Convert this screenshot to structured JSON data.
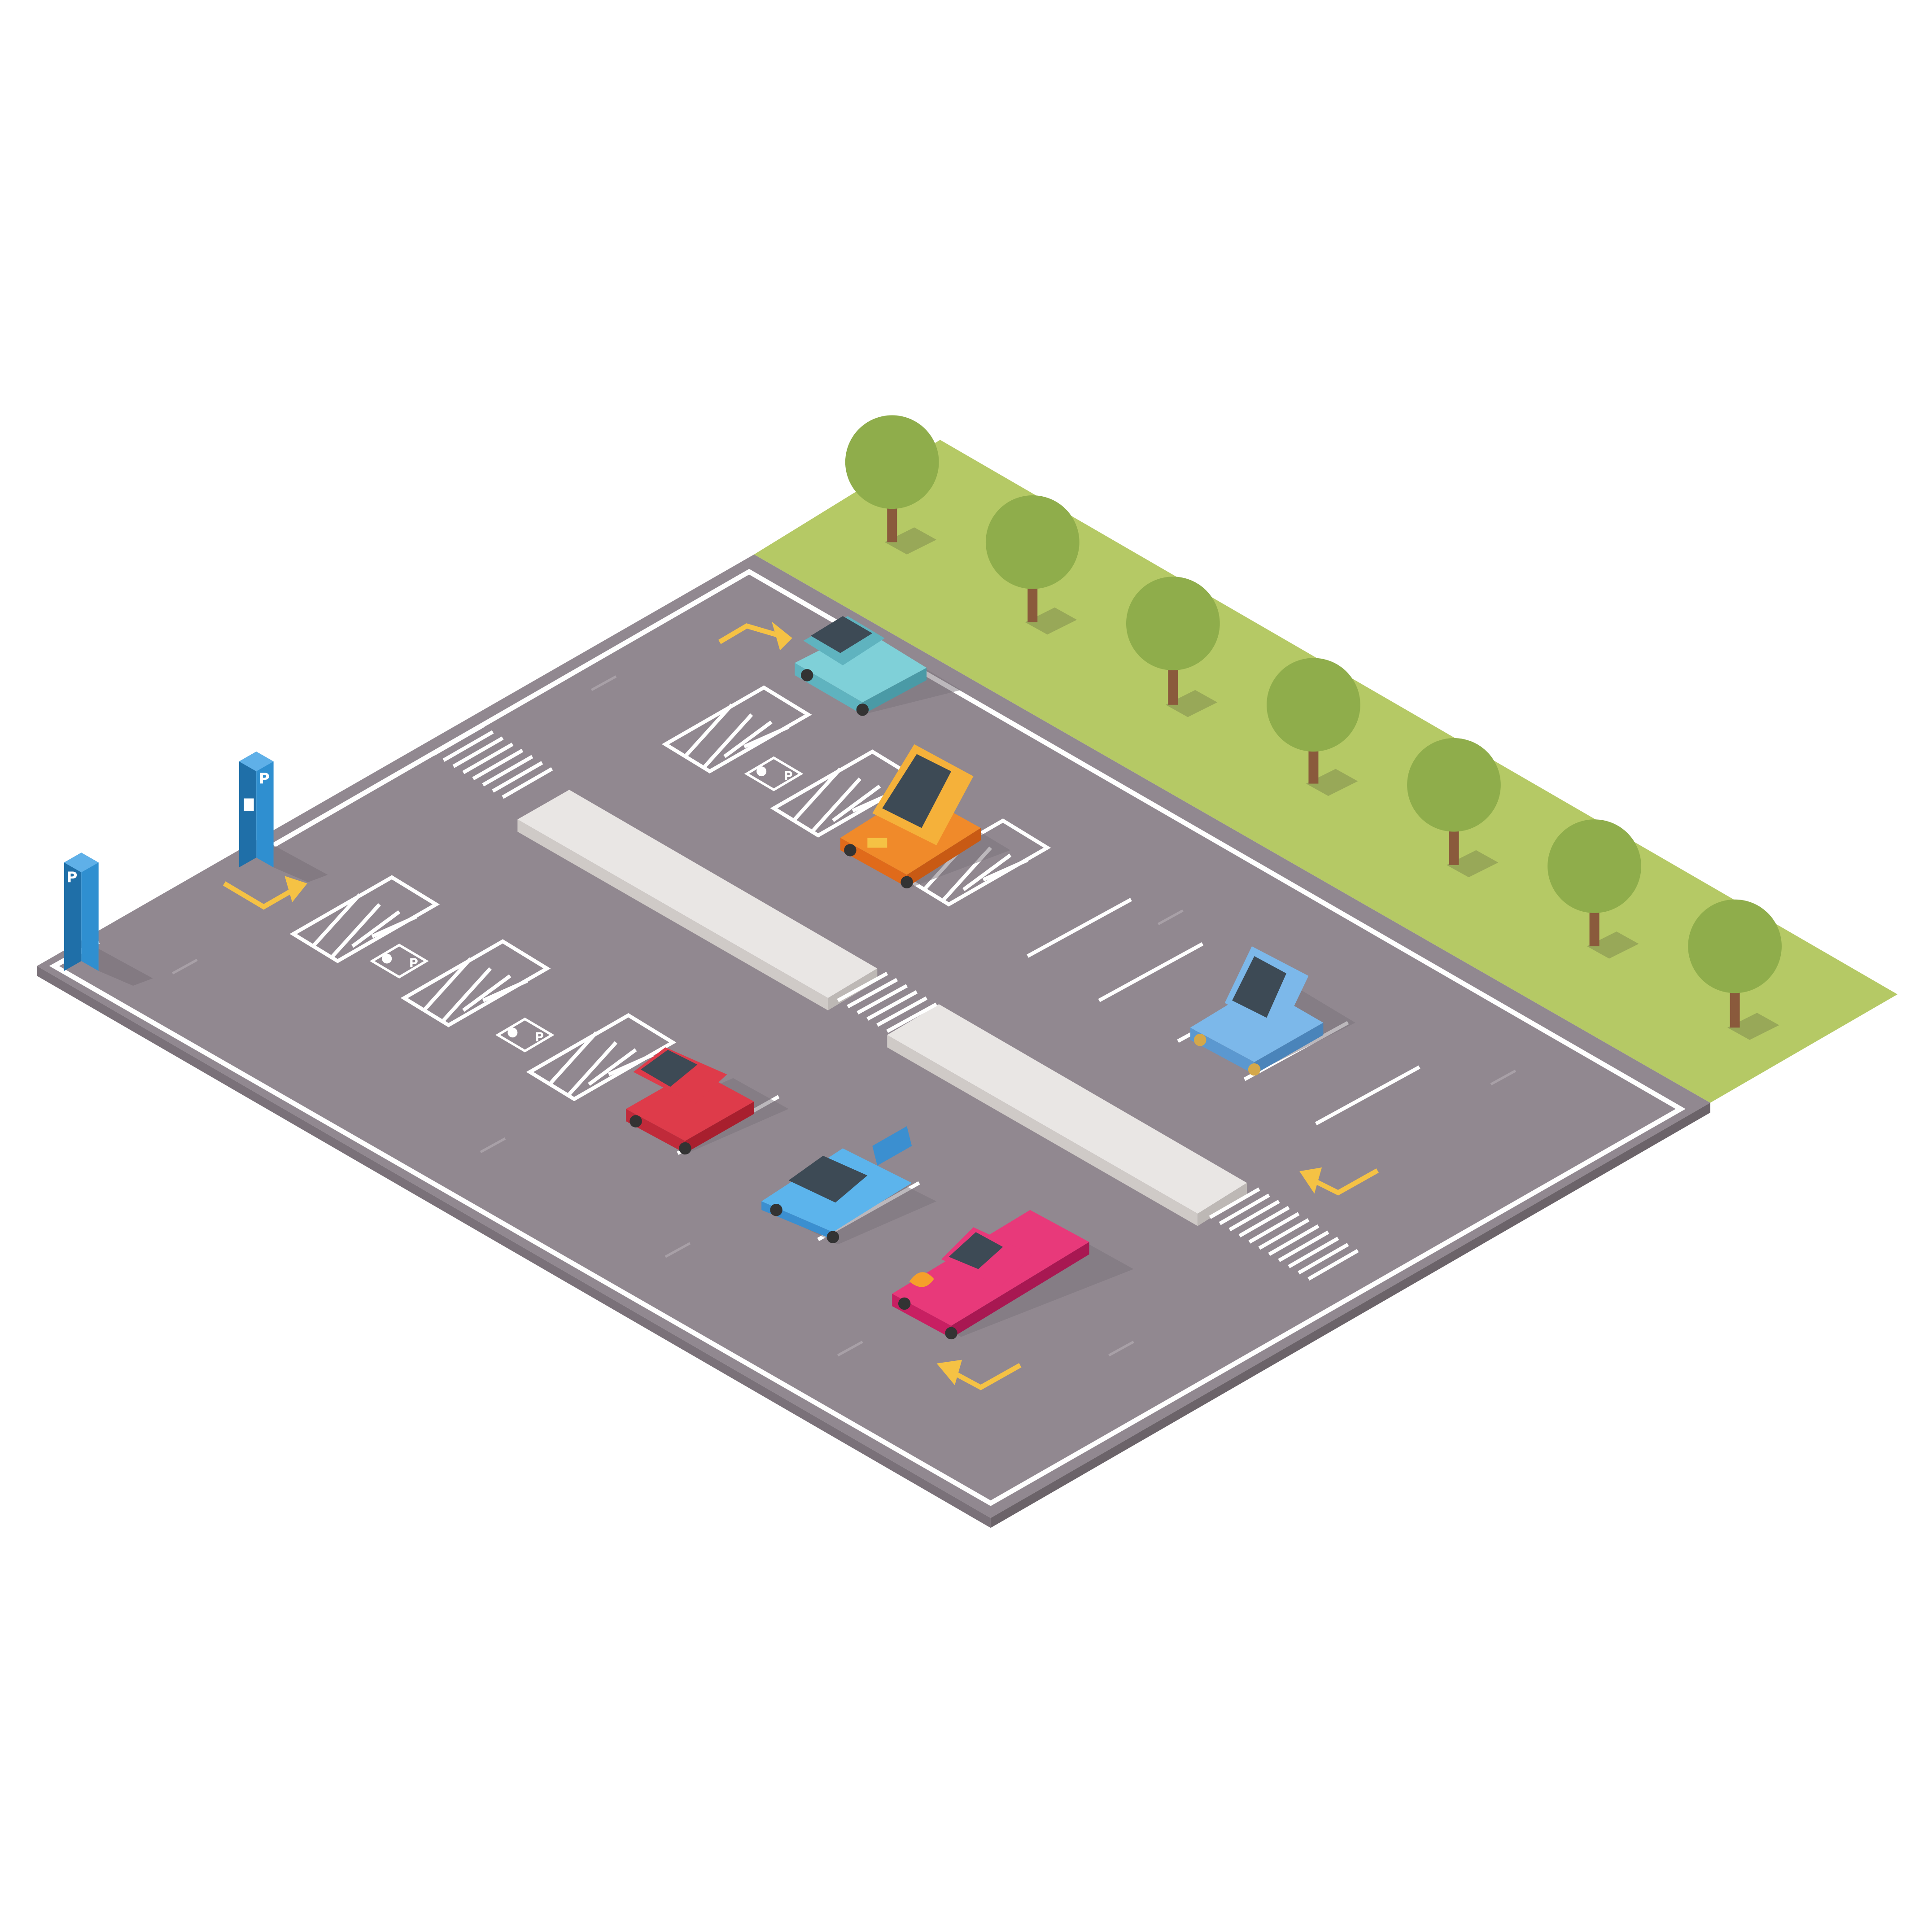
{
  "scene": {
    "description_label": "",
    "parking_sign_text": "P",
    "handicap_sign_text": "P"
  },
  "colors": {
    "background": "#ffffff",
    "asphalt": "#918890",
    "asphalt_edge": "#7a7179",
    "line_white": "#ffffff",
    "curb_top": "#e9e6e4",
    "curb_side": "#cfcac7",
    "grass": "#b5c965",
    "arrow": "#f5c244",
    "sign_post": "#2f8fd0",
    "sign_post_dark": "#1f6fa8",
    "tree_crown": "#8fad4b",
    "tree_trunk": "#8a5a3c"
  },
  "cars": [
    {
      "name": "teal-hatchback",
      "color": "#7fd0d8",
      "roof": "#5fb3bf"
    },
    {
      "name": "orange-compact",
      "color": "#f08a2a",
      "roof": "#f5b13a"
    },
    {
      "name": "blue-sedan",
      "color": "#7cb8ea",
      "roof": "#5b98d0"
    },
    {
      "name": "red-jeep",
      "color": "#de3b4a",
      "roof": "#c02a3a"
    },
    {
      "name": "blue-sportscar",
      "color": "#5cb4ec",
      "roof": "#3b8fd0"
    },
    {
      "name": "pink-classic",
      "color": "#e8397a",
      "roof": "#c81f62"
    }
  ],
  "trees_count_label": ""
}
